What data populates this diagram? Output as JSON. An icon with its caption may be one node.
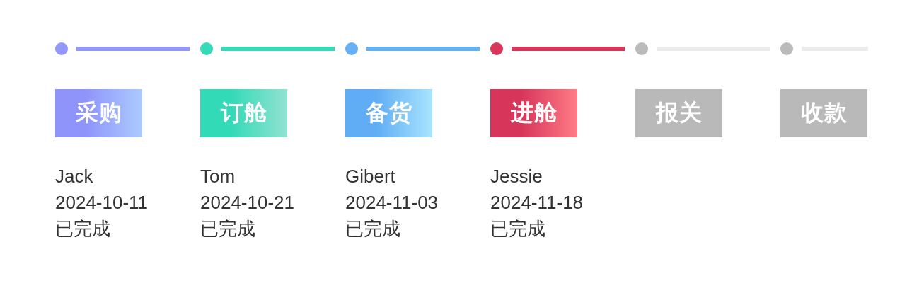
{
  "diagram": {
    "nodes": [
      {
        "text": [],
        "shape": "circle"
      },
      {
        "text": [],
        "shape": "circle"
      },
      {
        "text": [],
        "shape": "circle"
      },
      {
        "text": [],
        "shape": "circle"
      },
      {
        "text": [],
        "shape": "circle"
      },
      {
        "text": [],
        "shape": "circle"
      },
      {
        "text": [
          "采购"
        ],
        "beside": [
          "Jack",
          "2024-10-11",
          "已完成"
        ]
      },
      {
        "text": [
          "订舱"
        ],
        "beside": [
          "Tom",
          "2024-10-21",
          "已完成"
        ]
      },
      {
        "text": [
          "备货"
        ],
        "beside": [
          "Gibert",
          "2024-11-03",
          "已完成"
        ]
      },
      {
        "text": [
          "进舱"
        ],
        "beside": [
          "Jessie",
          "2024-11-18",
          "已完成"
        ]
      },
      {
        "text": [
          "报关"
        ]
      },
      {
        "text": [
          "收款"
        ]
      }
    ],
    "edges": [
      {
        "from": 0,
        "to": 1,
        "arrow": "none",
        "color": "#9497fb"
      },
      {
        "from": 1,
        "to": 2,
        "arrow": "none",
        "color": "#36dab8"
      },
      {
        "from": 2,
        "to": 3,
        "arrow": "none",
        "color": "#64b1f6"
      },
      {
        "from": 3,
        "to": 4,
        "arrow": "none",
        "color": "#d9375a"
      },
      {
        "from": 4,
        "to": 5,
        "arrow": "none",
        "color": "#ececec"
      },
      {
        "from": 5,
        "to": null,
        "arrow": "none",
        "color": "#ececec"
      }
    ]
  }
}
